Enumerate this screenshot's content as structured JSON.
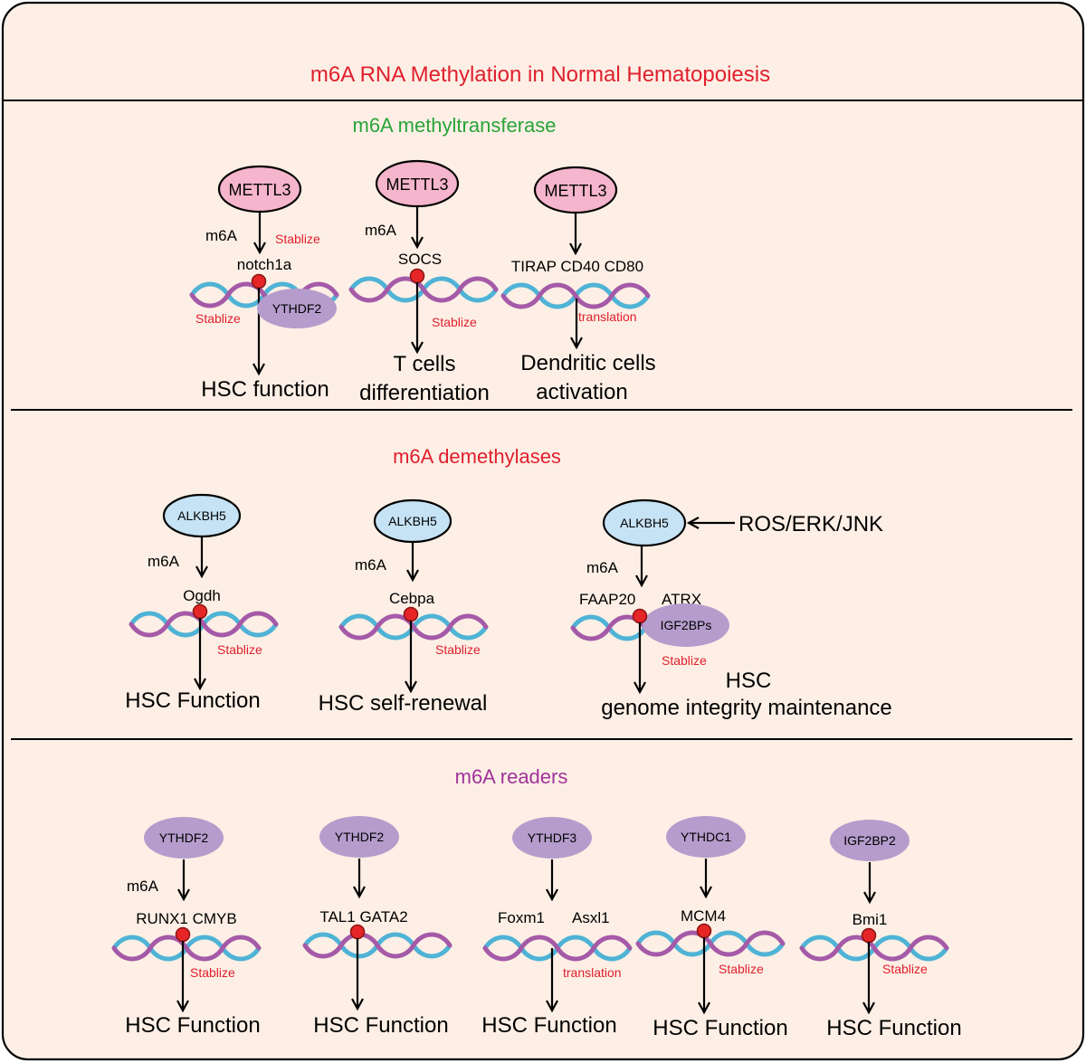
{
  "title": "m6A RNA Methylation in Normal Hematopoiesis",
  "colors": {
    "background": "#fdefe5",
    "title_red": "#e0202e",
    "green": "#2aa33a",
    "purple": "#a0329a",
    "writer_fill": "#f5b5cc",
    "eraser_fill": "#c6e3f5",
    "reader_fill": "#b59ccc",
    "mrna_blue": "#4fb3d6",
    "mrna_purple": "#a55aa8",
    "m6a_dot": "#e62626"
  },
  "sections": {
    "methyltransferase": {
      "title": "m6A methyltransferase",
      "p1": {
        "enzyme": "METTL3",
        "mark": "m6A",
        "stab1": "Stablize",
        "gene": "notch1a",
        "reader": "YTHDF2",
        "stab2": "Stablize",
        "out1": "HSC function"
      },
      "p2": {
        "enzyme": "METTL3",
        "mark": "m6A",
        "gene": "SOCS",
        "stab": "Stablize",
        "out1": "T cells",
        "out2": "differentiation"
      },
      "p3": {
        "enzyme": "METTL3",
        "gene": "TIRAP CD40 CD80",
        "label": "translation",
        "out1": "Dendritic cells",
        "out2": "activation"
      }
    },
    "demethylases": {
      "title": "m6A demethylases",
      "p1": {
        "enzyme": "ALKBH5",
        "mark": "m6A",
        "gene": "Ogdh",
        "stab": "Stablize",
        "out1": "HSC Function"
      },
      "p2": {
        "enzyme": "ALKBH5",
        "mark": "m6A",
        "gene": "Cebpa",
        "stab": "Stablize",
        "out1": "HSC self-renewal"
      },
      "p3": {
        "enzyme": "ALKBH5",
        "upstream": "ROS/ERK/JNK",
        "mark": "m6A",
        "gene1": "FAAP20",
        "gene2": "ATRX",
        "reader": "IGF2BPs",
        "stab": "Stablize",
        "out1": "HSC",
        "out2": "genome integrity maintenance"
      }
    },
    "readers": {
      "title": "m6A readers",
      "p1": {
        "reader": "YTHDF2",
        "mark": "m6A",
        "gene": "RUNX1 CMYB",
        "stab": "Stablize",
        "out1": "HSC Function"
      },
      "p2": {
        "reader": "YTHDF2",
        "gene": "TAL1 GATA2",
        "out1": "HSC Function"
      },
      "p3": {
        "reader": "YTHDF3",
        "gene1": "Foxm1",
        "gene2": "Asxl1",
        "label": "translation",
        "out1": "HSC Function"
      },
      "p4": {
        "reader": "YTHDC1",
        "gene": "MCM4",
        "stab": "Stablize",
        "out1": "HSC Function"
      },
      "p5": {
        "reader": "IGF2BP2",
        "gene": "Bmi1",
        "stab": "Stablize",
        "out1": "HSC Function"
      }
    }
  }
}
